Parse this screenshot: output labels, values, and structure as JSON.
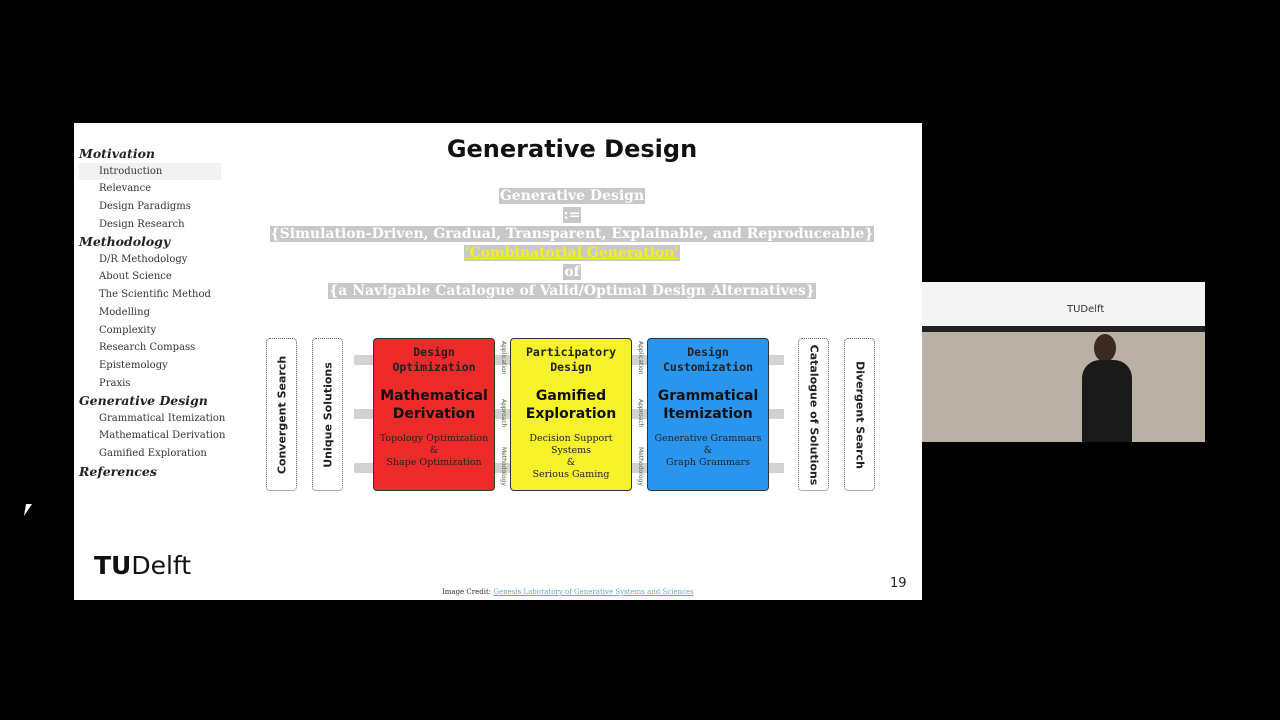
{
  "sidebar": {
    "sections": [
      {
        "label": "Motivation",
        "items": [
          "Introduction",
          "Relevance",
          "Design Paradigms",
          "Design Research"
        ]
      },
      {
        "label": "Methodology",
        "items": [
          "D/R Methodology",
          "About Science",
          "The Scientific Method",
          "Modelling",
          "Complexity",
          "Research Compass",
          "Epistemology",
          "Praxis"
        ]
      },
      {
        "label": "Generative Design",
        "items": [
          "Grammatical Itemization",
          "Mathematical Derivation",
          "Gamified Exploration"
        ]
      },
      {
        "label": "References",
        "items": []
      }
    ],
    "active": "Introduction"
  },
  "slide": {
    "title": "Generative Design",
    "definition": {
      "line1": "Generative Design",
      "line2": ":=",
      "line3": "{Simulation-Driven, Gradual, Transparent, Explainable, and Reproduceable}",
      "line4": "'Combinatorial Generation'",
      "line5": "of",
      "line6": "{a Navigable Catalogue of Valid/Optimal Design Alternatives}"
    },
    "diagram": {
      "left": [
        "Convergent Search",
        "Unique Solutions"
      ],
      "right": [
        "Catalogue of Solutions",
        "Divergent Search"
      ],
      "axis_labels": [
        "Application",
        "Approach",
        "Methodology"
      ],
      "columns": [
        {
          "header": "Design Optimization",
          "main": "Mathematical Derivation",
          "bottom1": "Topology Optimization",
          "amp": "&",
          "bottom2": "Shape Optimization",
          "color": "#ee2a2a"
        },
        {
          "header": "Participatory Design",
          "main": "Gamified Exploration",
          "bottom1": "Decision Support Systems",
          "amp": "&",
          "bottom2": "Serious Gaming",
          "color": "#f6f22a"
        },
        {
          "header": "Design Customization",
          "main": "Grammatical Itemization",
          "bottom1": "Generative Grammars",
          "amp": "&",
          "bottom2": "Graph Grammars",
          "color": "#2a95ee"
        }
      ]
    },
    "credit_label": "Image Credit:",
    "credit_link": "Genesis Laboratory of Generative Systems and Sciences",
    "page_number": "19",
    "logo": "TU Delft"
  },
  "video": {
    "screen_logo": "TUDelft"
  }
}
